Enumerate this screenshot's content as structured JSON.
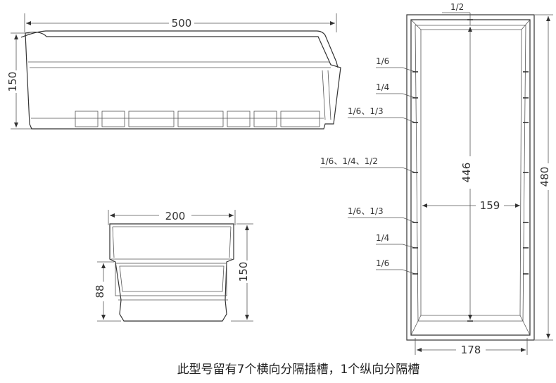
{
  "side_view": {
    "length": "500",
    "height": "150"
  },
  "end_view": {
    "width": "200",
    "height": "150",
    "inner_height": "88"
  },
  "top_view": {
    "length": "480",
    "inner_length": "446",
    "inner_width": "159",
    "outer_width": "178",
    "slot_top": "1/2",
    "slot_labels": [
      "1/6",
      "1/4",
      "1/6、1/3",
      "1/6、1/4、1/2",
      "1/6、1/3",
      "1/4",
      "1/6"
    ]
  },
  "caption": "此型号留有7个横向分隔插槽，1个纵向分隔槽"
}
